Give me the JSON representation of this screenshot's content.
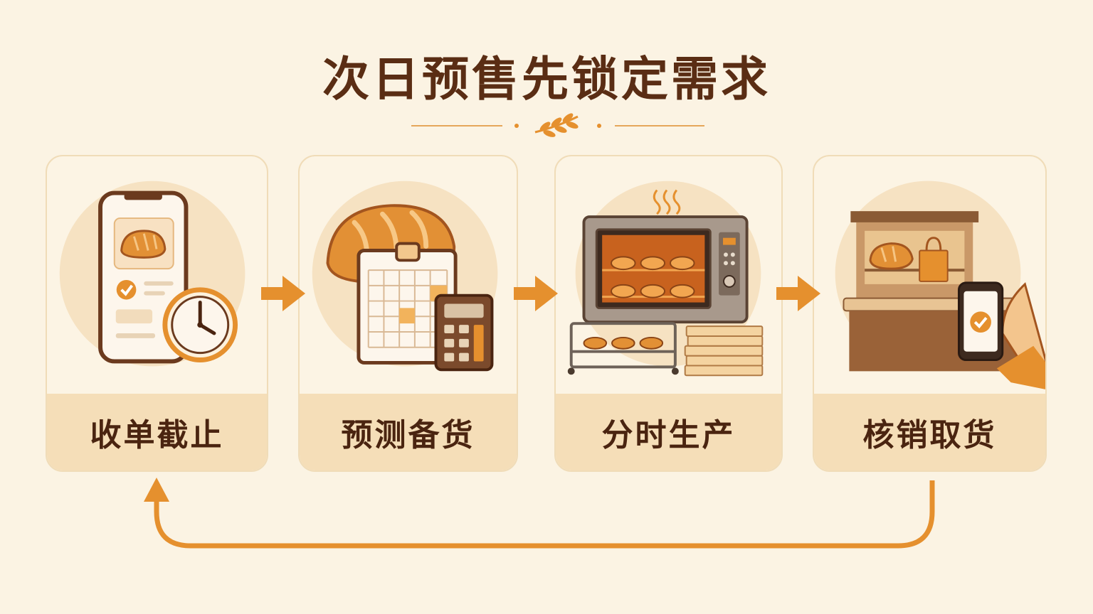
{
  "title": "次日预售先锁定需求",
  "steps": [
    {
      "label": "收单截止",
      "icon": "phone-order-clock-icon"
    },
    {
      "label": "预测备货",
      "icon": "bread-calendar-calculator-icon"
    },
    {
      "label": "分时生产",
      "icon": "oven-baking-trays-icon"
    },
    {
      "label": "核销取货",
      "icon": "counter-pickup-phone-icon"
    }
  ],
  "colors": {
    "background": "#fbf3e3",
    "title": "#5a2d14",
    "accent": "#e5902e",
    "card_border": "#f0dcb8",
    "label_bar": "#f5deb8"
  }
}
